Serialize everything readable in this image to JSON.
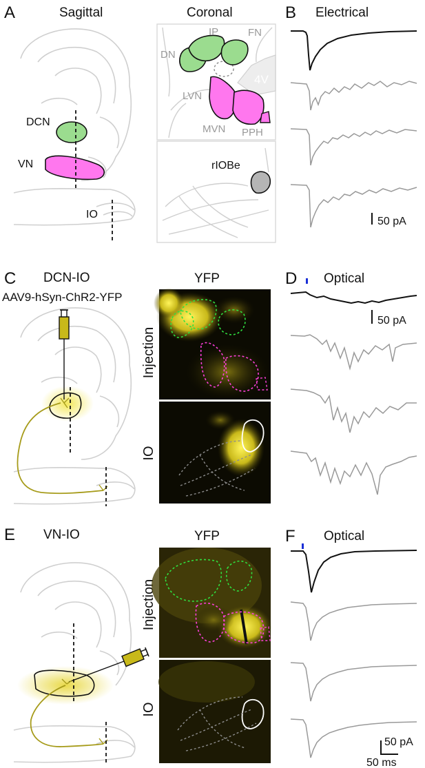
{
  "panels": {
    "a": {
      "letter": "A",
      "sagittal_title": "Sagittal",
      "coronal_title": "Coronal",
      "sagittal_labels": {
        "dcn": "DCN",
        "vn": "VN",
        "io": "IO"
      },
      "coronal_labels": {
        "ip": "IP",
        "fn": "FN",
        "dn": "DN",
        "v4": "4V",
        "lvn": "LVN",
        "mvn": "MVN",
        "pph": "PPH",
        "riobe": "rIOBe"
      }
    },
    "b": {
      "letter": "B",
      "title": "Electrical",
      "scalebar": "50 pA"
    },
    "c": {
      "letter": "C",
      "title": "DCN-IO",
      "subtitle": "AAV9-hSyn-ChR2-YFP",
      "image_title": "YFP",
      "injection_label": "Injection",
      "io_label": "IO"
    },
    "d": {
      "letter": "D",
      "title": "Optical",
      "scalebar": "50 pA"
    },
    "e": {
      "letter": "E",
      "title": "VN-IO",
      "image_title": "YFP",
      "injection_label": "Injection",
      "io_label": "IO"
    },
    "f": {
      "letter": "F",
      "title": "Optical",
      "scalebar_amp": "50 pA",
      "scalebar_time": "50 ms"
    }
  },
  "colors": {
    "dcn_green": "#9bdc8f",
    "vn_magenta": "#ff77ee",
    "riobe_gray": "#b5b5b5",
    "yfp_yellow": "#d8c51e",
    "axon_olive": "#a69b1a",
    "trace_black": "#111111",
    "trace_gray": "#999999",
    "light_stim_blue": "#1a2fd6"
  }
}
